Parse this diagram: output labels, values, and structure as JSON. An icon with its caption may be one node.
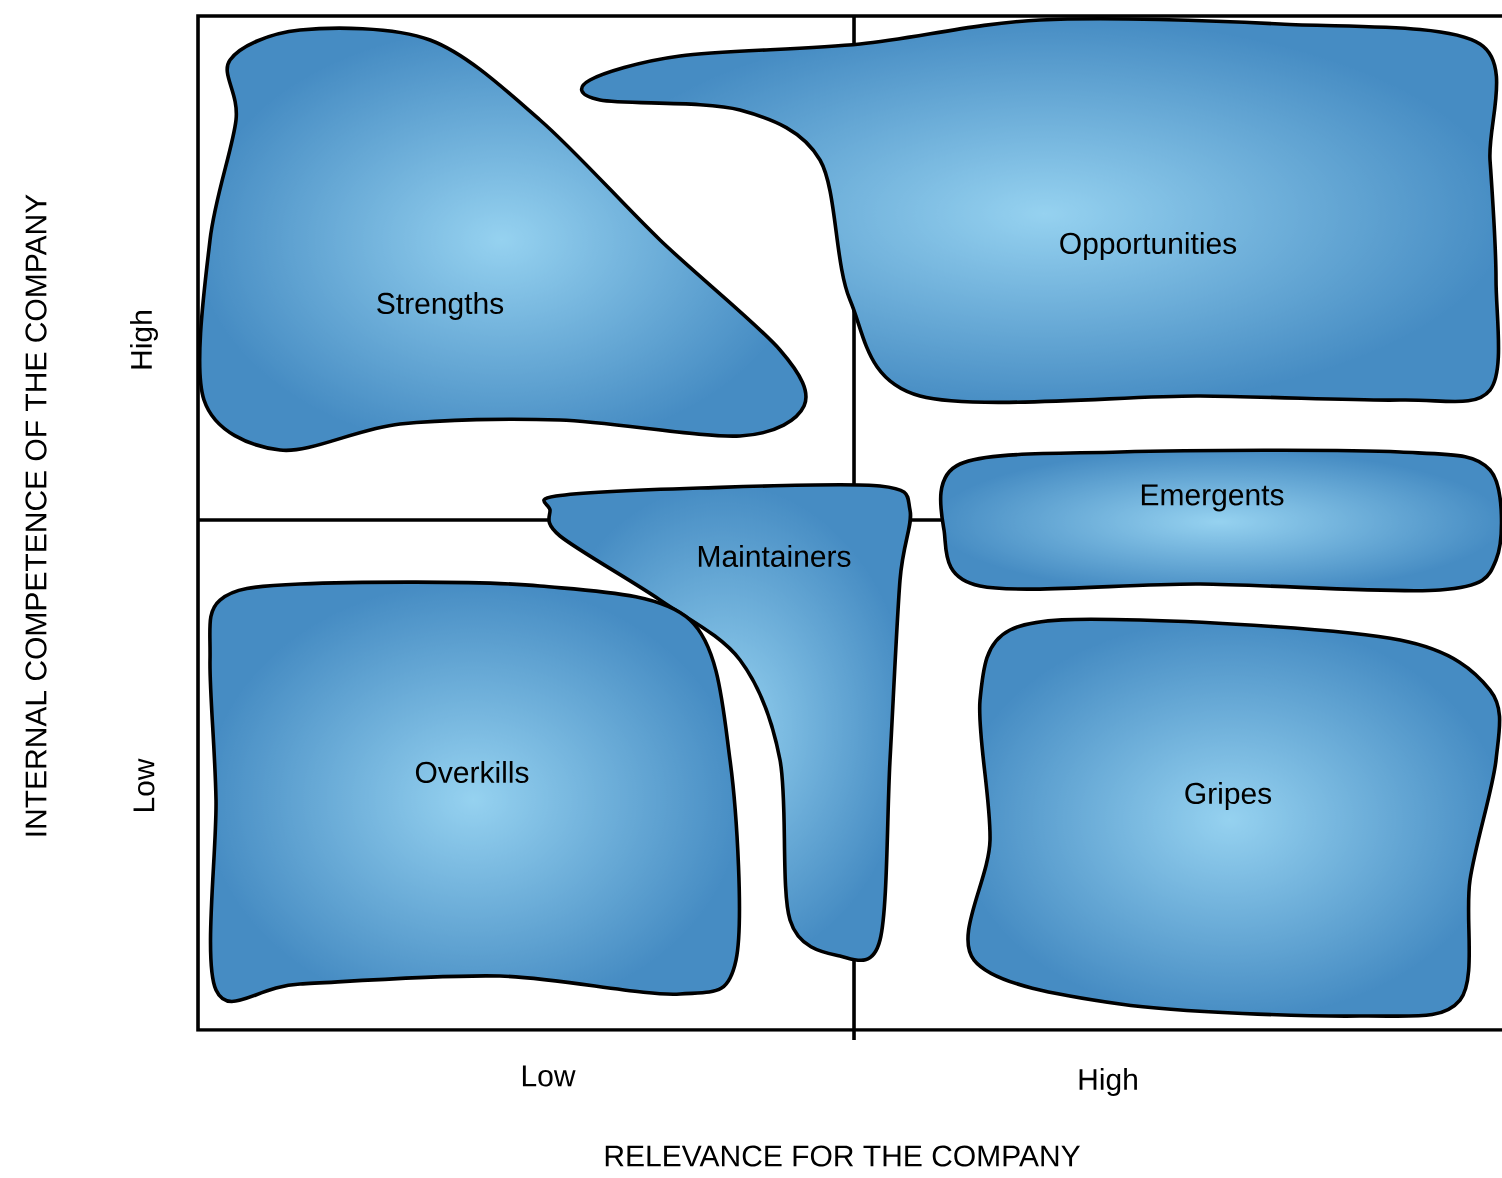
{
  "diagram": {
    "nodes": [
      {
        "text": [
          "Strengths"
        ]
      },
      {
        "text": [
          "Opportunities"
        ]
      },
      {
        "text": [
          "Maintainers"
        ]
      },
      {
        "text": [
          "Emergents"
        ]
      },
      {
        "text": [
          "Overkills"
        ]
      },
      {
        "text": [
          "Gripes"
        ]
      }
    ],
    "labels": [
      "INTERNAL COMPETENCE OF THE COMPANY",
      "High",
      "Low",
      "Low",
      "High",
      "RELEVANCE FOR THE COMPANY"
    ]
  }
}
